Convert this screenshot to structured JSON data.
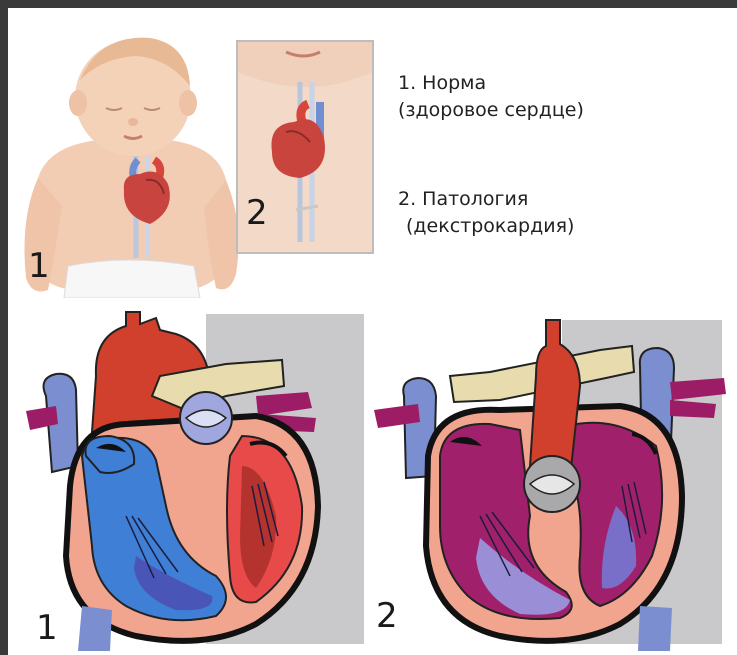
{
  "legend": {
    "item1_line1": "1. Норма",
    "item1_line2": "(здоровое сердце)",
    "item2_line1": "2. Патология",
    "item2_line2": "(декстрокардия)"
  },
  "labels": {
    "photo_left": "1",
    "photo_right": "2",
    "heart_left": "1",
    "heart_right": "2"
  },
  "colors": {
    "aorta_red": "#d0402c",
    "vein_blue": "#7b8fd0",
    "ventricle_blue": "#3f7fd6",
    "ventricle_red": "#e84a4a",
    "magenta": "#9c1d66",
    "pulmonary_cream": "#e8dcae",
    "wall_pink": "#f2a58e",
    "gray_panel": "#c9c9cb"
  }
}
